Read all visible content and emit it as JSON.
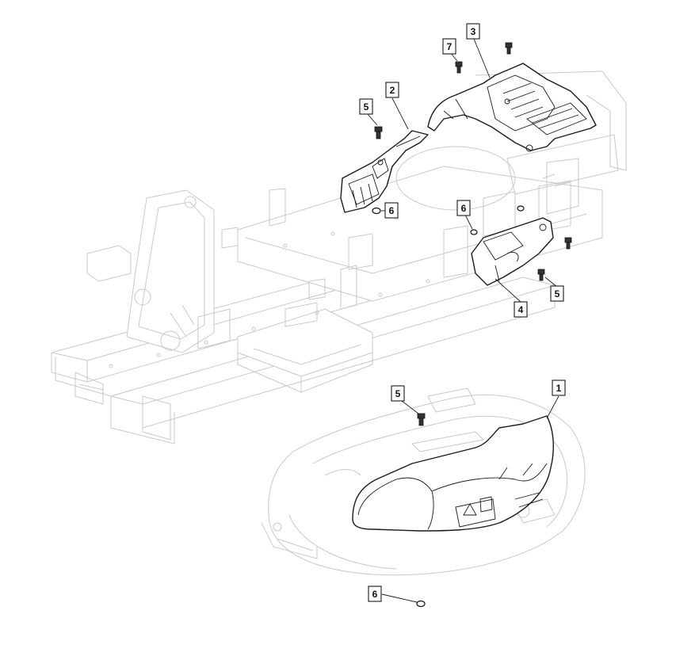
{
  "diagram": {
    "callouts": [
      {
        "id": "c1",
        "label": "1"
      },
      {
        "id": "c2",
        "label": "2"
      },
      {
        "id": "c3",
        "label": "3"
      },
      {
        "id": "c4",
        "label": "4"
      },
      {
        "id": "c5a",
        "label": "5"
      },
      {
        "id": "c5b",
        "label": "5"
      },
      {
        "id": "c5c",
        "label": "5"
      },
      {
        "id": "c6a",
        "label": "6"
      },
      {
        "id": "c6b",
        "label": "6"
      },
      {
        "id": "c6c",
        "label": "6"
      },
      {
        "id": "c7",
        "label": "7"
      }
    ]
  }
}
